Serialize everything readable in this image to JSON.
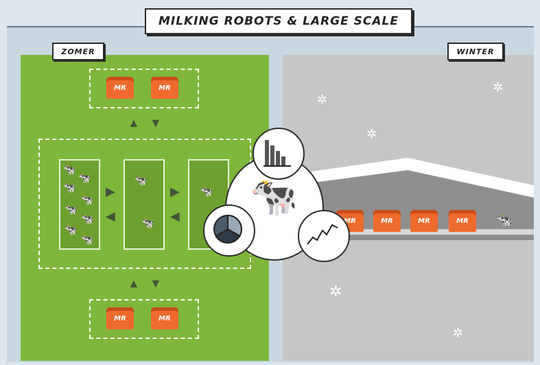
{
  "title": "MILKING ROBOTS & LARGE SCALE",
  "labels": {
    "summer": "ZOMER",
    "winter": "WINTER"
  },
  "robot_label": "MR",
  "icons": {
    "cow": "cow-icon",
    "snow": "snowflake-icon",
    "arrow_up": "arrow-up-icon",
    "arrow_down": "arrow-down-icon",
    "arrow_left": "arrow-left-icon",
    "arrow_right": "arrow-right-icon",
    "bar_chart": "bar-chart-icon",
    "pie_chart": "pie-chart-icon",
    "line_graph": "line-graph-icon"
  },
  "colors": {
    "summer": "#7fb73a",
    "winter": "#c6c6c6",
    "robot": "#ee6a2d",
    "outline": "#2b2b2b"
  }
}
